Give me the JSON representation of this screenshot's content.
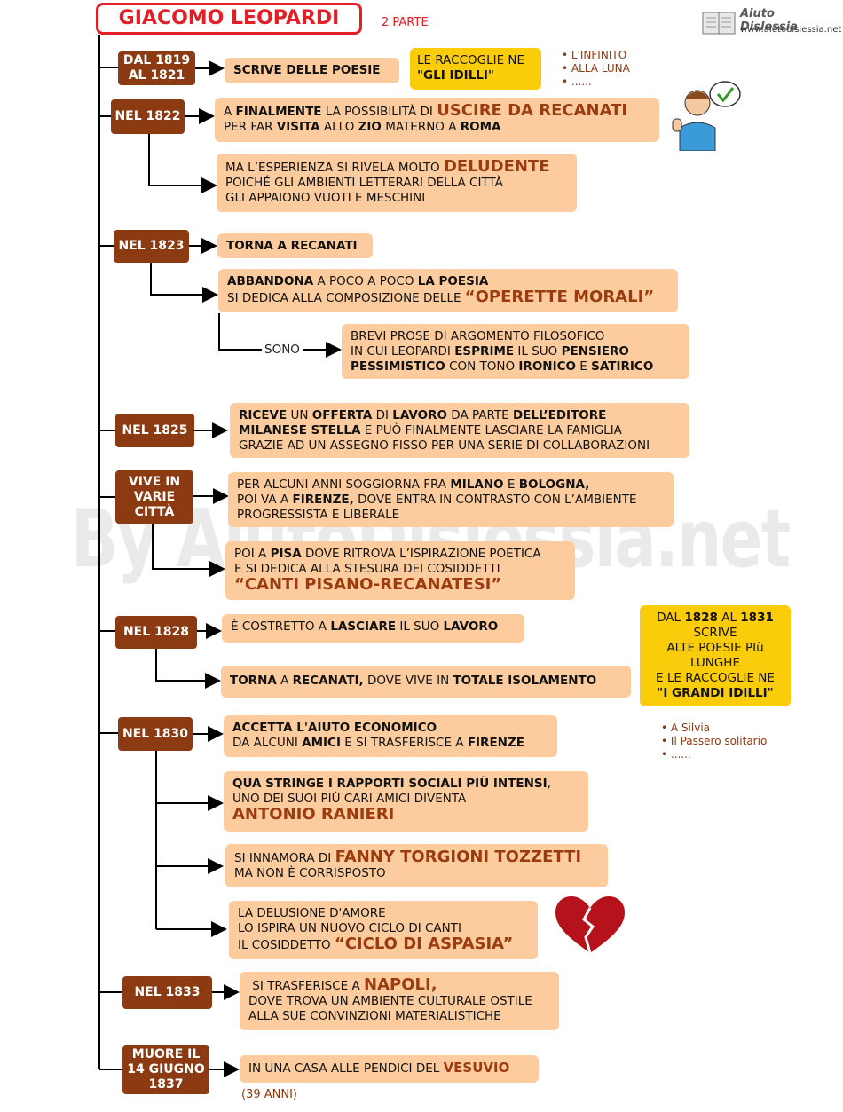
{
  "header": {
    "title": "GIACOMO LEOPARDI",
    "subtitle": "2 PARTE",
    "logo_name": "Aiuto Dislessia",
    "logo_url": "www.aiutodislessia.net"
  },
  "watermark": "By AiutoDislessia.net",
  "timeline": {
    "d1819": "DAL 1819 AL 1821",
    "d1822": "NEL 1822",
    "d1823": "NEL 1823",
    "d1825": "NEL 1825",
    "dvive": "VIVE IN VARIE CITTÀ",
    "d1828": "NEL 1828",
    "d1830": "NEL 1830",
    "d1833": "NEL 1833",
    "dmuore": "MUORE IL 14 GIUGNO 1837"
  },
  "boxes": {
    "b1819": "SCRIVE DELLE POESIE",
    "idilli_a": "LE RACCOGLIE NE",
    "idilli_b": "\"GLI IDILLI\"",
    "list1": [
      "L'INFINITO",
      "ALLA LUNA",
      "......"
    ],
    "b1822a": {
      "t1": "A ",
      "t2": "FINALMENTE",
      "t3": " LA POSSIBILITÀ DI ",
      "t4": "USCIRE DA RECANATI",
      "t5": "PER FAR ",
      "t6": "VISITA",
      "t7": " ALLO ",
      "t8": "ZIO",
      "t9": " MATERNO A ",
      "t10": "ROMA"
    },
    "b1822b": {
      "t1": "MA L’ESPERIENZA SI RIVELA MOLTO ",
      "t2": "DELUDENTE",
      "t3": "POICHÉ GLI AMBIENTI LETTERARI DELLA CITTÀ",
      "t4": "GLI APPAIONO VUOTI E MESCHINI"
    },
    "b1823a": "TORNA A RECANATI",
    "b1823b": {
      "t1": "ABBANDONA",
      "t2": " A POCO A POCO ",
      "t3": "LA POESIA",
      "t4": "SI DEDICA ALLA COMPOSIZIONE DELLE ",
      "t5": "“OPERETTE MORALI”"
    },
    "sono": "SONO",
    "b1823c": {
      "t1": "BREVI PROSE DI ARGOMENTO FILOSOFICO",
      "t2": "IN CUI LEOPARDI ",
      "t3": "ESPRIME",
      "t4": " IL SUO ",
      "t5": "PENSIERO",
      "t6": "PESSIMISTICO",
      "t7": " CON TONO ",
      "t8": "IRONICO",
      "t9": " E ",
      "t10": "SATIRICO"
    },
    "b1825": {
      "t1": "RICEVE",
      "t2": " UN ",
      "t3": "OFFERTA",
      "t4": " DI ",
      "t5": "LAVORO",
      "t6": " DA PARTE ",
      "t7": "DELL’EDITORE",
      "t8": "MILANESE STELLA",
      "t9": "  E PUÒ FINALMENTE LASCIARE LA FAMIGLIA",
      "t10": "GRAZIE AD UN ASSEGNO FISSO PER UNA SERIE DI COLLABORAZIONI"
    },
    "bvive1": {
      "t1": "PER ALCUNI ANNI SOGGIORNA FRA ",
      "t2": "MILANO",
      "t3": " E ",
      "t4": "BOLOGNA,",
      "t5": "POI VA A ",
      "t6": "FIRENZE,",
      "t7": " DOVE ENTRA IN CONTRASTO CON L’AMBIENTE",
      "t8": "PROGRESSISTA E LIBERALE"
    },
    "bvive2": {
      "t1": "POI A ",
      "t2": "PISA",
      "t3": " DOVE RITROVA L’ISPIRAZIONE POETICA",
      "t4": "E SI DEDICA ALLA STESURA DEI COSIDDETTI",
      "t5": "“CANTI PISANO-RECANATESI”"
    },
    "b1828a": {
      "t1": "È COSTRETTO A ",
      "t2": "LASCIARE",
      "t3": " IL SUO ",
      "t4": "LAVORO"
    },
    "b1828b": {
      "t1": "TORNA",
      "t2": " A ",
      "t3": "RECANATI,",
      "t4": " DOVE VIVE IN ",
      "t5": "TOTALE ISOLAMENTO"
    },
    "grandi": {
      "t1": "DAL ",
      "t2": "1828",
      "t3": " AL ",
      "t4": "1831",
      "t5": "SCRIVE",
      "t6": "ALTE POESIE PIù",
      "t7": "LUNGHE",
      "t8": "E LE RACCOGLIE NE",
      "t9": "\"I GRANDI IDILLI\""
    },
    "list2": [
      "A Silvia",
      "Il Passero solitario",
      "......"
    ],
    "b1830a": {
      "t1": "ACCETTA L'AIUTO ECONOMICO",
      "t2": "DA ALCUNI ",
      "t3": "AMICI",
      "t4": " E SI TRASFERISCE A ",
      "t5": "FIRENZE"
    },
    "b1830b": {
      "t1": "QUA STRINGE I RAPPORTI SOCIALI PIÙ INTENSI",
      "t2": ",",
      "t3": "UNO DEI SUOI PIÙ CARI AMICI DIVENTA",
      "t4": "ANTONIO RANIERI"
    },
    "b1830c": {
      "t1": "SI INNAMORA DI ",
      "t2": "FANNY TORGIONI TOZZETTI",
      "t3": "MA NON È CORRISPOSTO"
    },
    "b1830d": {
      "t1": "LA DELUSIONE D'AMORE",
      "t2": "LO ISPIRA UN NUOVO CICLO DI CANTI",
      "t3": "IL COSIDDETTO ",
      "t4": "“CICLO DI ASPASIA”"
    },
    "b1833": {
      "t1": "SI TRASFERISCE A ",
      "t2": "NAPOLI,",
      "t3": "DOVE TROVA UN AMBIENTE CULTURALE OSTILE",
      "t4": "ALLA SUE CONVINZIONI MATERIALISTICHE"
    },
    "bmuore": {
      "t1": "IN UNA CASA ALLE PENDICI DEL ",
      "t2": "VESUVIO"
    },
    "age": "(39 ANNI)"
  },
  "icons": {
    "thumbs_up": "boy-thumbs-up-icon",
    "broken_heart": "broken-heart-icon",
    "book": "book-logo-icon"
  },
  "colors": {
    "title_red": "#e21f26",
    "date_brown": "#8b3a12",
    "box_peach": "#fdcc9e",
    "box_yellow": "#fbcc0a",
    "highlight": "#9b3b10"
  }
}
